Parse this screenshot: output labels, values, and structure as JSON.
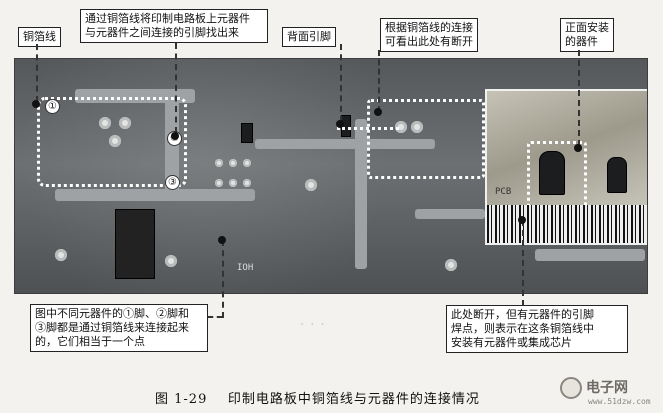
{
  "callouts": {
    "copper_trace": "铜箔线",
    "top_line1": "通过铜箔线将印制电路板上元器件",
    "top_line2": "与元器件之间连接的引脚找出来",
    "back_pin": "背面引脚",
    "mid_line1": "根据铜箔线的连接",
    "mid_line2": "可看出此处有断开",
    "front_line1": "正面安装",
    "front_line2": "的器件",
    "bottom_left_line1": "图中不同元器件的①脚、②脚和",
    "bottom_left_line2": "③脚都是通过铜箔线来连接起来",
    "bottom_left_line3": "的，它们相当于一个点",
    "bottom_right_line1": "此处断开，但有元器件的引脚",
    "bottom_right_line2": "焊点，则表示在这条铜箔线中",
    "bottom_right_line3": "安装有元器件或集成芯片"
  },
  "markers": {
    "pin1": "①",
    "pin2": "②",
    "pin3": "③"
  },
  "board_print": {
    "silk1": "IOH",
    "silk2": "PCB"
  },
  "caption": {
    "figure_no": "图 1-29",
    "text": "印制电路板中铜箔线与元器件的连接情况"
  },
  "watermark": {
    "name": "电子网",
    "url": "www.51dzw.com"
  },
  "colors": {
    "board": "#5f6365",
    "trace": "#9ea2a4",
    "pad": "#e4e4e2",
    "highlight_dots": "#fdfdfd"
  }
}
